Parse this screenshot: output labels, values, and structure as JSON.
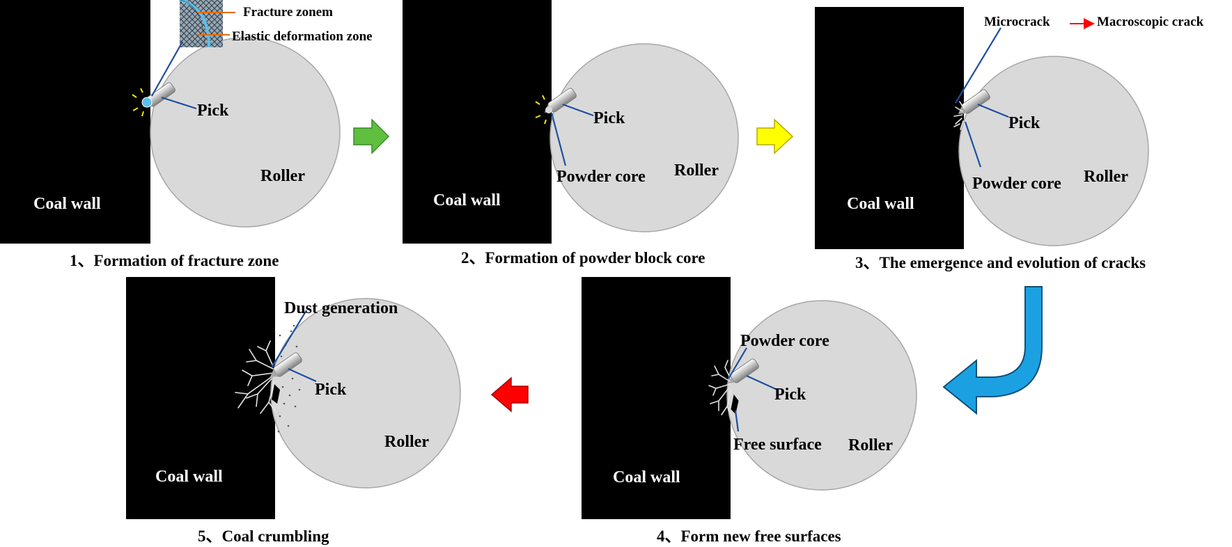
{
  "panels": [
    {
      "caption": "1、Formation of fracture zone",
      "wall_label": "Coal wall",
      "roller_label": "Roller",
      "pick_label": "Pick",
      "inset_labels": [
        "Fracture zonem",
        "Elastic deformation zone"
      ]
    },
    {
      "caption": "2、Formation of powder block core",
      "wall_label": "Coal wall",
      "roller_label": "Roller",
      "pick_label": "Pick",
      "core_label": "Powder core"
    },
    {
      "caption": "3、The emergence and evolution of cracks",
      "wall_label": "Coal wall",
      "roller_label": "Roller",
      "pick_label": "Pick",
      "core_label": "Powder core",
      "crack_from": "Microcrack",
      "crack_to": "Macroscopic crack"
    },
    {
      "caption": "4、Form new free surfaces",
      "wall_label": "Coal wall",
      "roller_label": "Roller",
      "pick_label": "Pick",
      "core_label": "Powder core",
      "surface_label": "Free surface"
    },
    {
      "caption": "5、Coal crumbling",
      "wall_label": "Coal wall",
      "roller_label": "Roller",
      "pick_label": "Pick",
      "dust_label": "Dust generation"
    }
  ],
  "colors": {
    "coal_wall": "#000000",
    "roller": "#d9d9d9",
    "leader_line": "#1f4e9e",
    "inset_leader": "#e46c0a",
    "arrow_1_2": "#5fbf3f",
    "arrow_2_3": "#ffff00",
    "arrow_3_4": "#1ba1e2",
    "arrow_4_5": "#ff0000",
    "crack_arrow": "#ff0000"
  }
}
